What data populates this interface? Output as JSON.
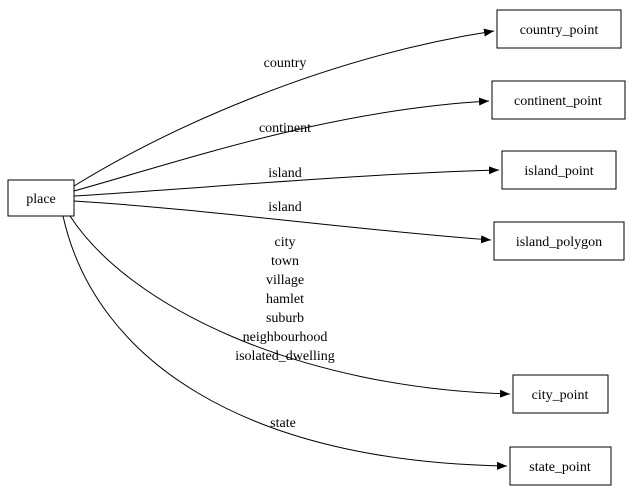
{
  "diagram": {
    "nodes": {
      "place": "place",
      "country_point": "country_point",
      "continent_point": "continent_point",
      "island_point": "island_point",
      "island_polygon": "island_polygon",
      "city_point": "city_point",
      "state_point": "state_point"
    },
    "edge_labels": {
      "country": "country",
      "continent": "continent",
      "island_to_point": "island",
      "island_to_polygon": "island",
      "city_group": [
        "city",
        "town",
        "village",
        "hamlet",
        "suburb",
        "neighbourhood",
        "isolated_dwelling"
      ],
      "state": "state"
    },
    "colors": {
      "background": "#ffffff",
      "node_fill": "#ffffff",
      "node_border": "#000000",
      "edge": "#000000",
      "text": "#000000"
    }
  }
}
